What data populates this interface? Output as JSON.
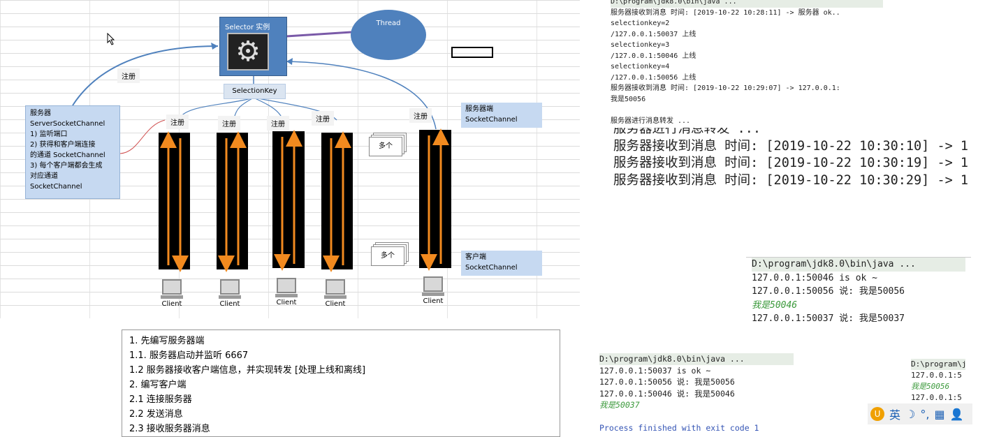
{
  "diagram": {
    "selector_title": "Selector 实例",
    "thread_label": "Thread",
    "selection_key": "SelectionKey",
    "register_label": "注册",
    "server_box_lines": [
      "服务器",
      "ServerSocketChannel",
      "1) 监听端口",
      "2) 获得和客户端连接",
      "的通道 SocketChannel",
      "3) 每个客户端都会生成",
      "对应通道",
      "SocketChannel"
    ],
    "server_side_lines": [
      "服务器端",
      "SocketChannel"
    ],
    "client_side_lines": [
      "客户端",
      "SocketChannel"
    ],
    "many_label": "多个",
    "client_label": "Client"
  },
  "notes": {
    "lines": [
      "1. 先编写服务器端",
      "1.1. 服务器启动并监听 6667",
      "1.2  服务器接收客户端信息，并实现转发 [处理上线和离线]",
      "2. 编写客户端",
      "2.1 连接服务器",
      "2.2 发送消息",
      "2.3 接收服务器消息"
    ]
  },
  "terminal_server": {
    "header": "D:\\program\\jdk8.0\\bin\\java ...",
    "lines": [
      "服务器接收到消息 时间: [2019-10-22 10:28:11] -> 服务器 ok..",
      "selectionkey=2",
      "/127.0.0.1:50037 上线",
      "selectionkey=3",
      "/127.0.0.1:50046 上线",
      "selectionkey=4",
      "/127.0.0.1:50056 上线",
      "服务器接收到消息 时间: [2019-10-22 10:29:07] -> 127.0.0.1:",
      " 我是50056",
      "",
      "服务器进行消息转发 ..."
    ]
  },
  "terminal_server_zoom": {
    "lines": [
      "服务器进行消息转发 ...",
      "服务器接收到消息 时间: [2019-10-22 10:30:10] -> 1",
      "服务器接收到消息 时间: [2019-10-22 10:30:19] -> 1",
      "服务器接收到消息 时间: [2019-10-22 10:30:29] -> 1"
    ]
  },
  "terminal_client1": {
    "header": "D:\\program\\jdk8.0\\bin\\java ...",
    "l1": "127.0.0.1:50046 is ok ~",
    "l2": "127.0.0.1:50056 说: 我是50056",
    "l3": "我是50046",
    "l4": "127.0.0.1:50037 说: 我是50037"
  },
  "terminal_client2": {
    "header": "D:\\program\\jdk8.0\\bin\\java ...",
    "l1": "127.0.0.1:50037 is ok ~",
    "l2": "127.0.0.1:50056 说: 我是50056",
    "l3": "127.0.0.1:50046 说: 我是50046",
    "l4": "我是50037",
    "l5": "",
    "l6": "Process finished with exit code 1"
  },
  "terminal_client3": {
    "header": "D:\\program\\j",
    "l1": "127.0.0.1:5",
    "l2": "我是50056",
    "l3": "127.0.0.1:5"
  },
  "ime": {
    "logo": "U",
    "lang": "英",
    "moon": "☽",
    "punct": "°,",
    "keyboard": "▦",
    "user": "👤"
  }
}
